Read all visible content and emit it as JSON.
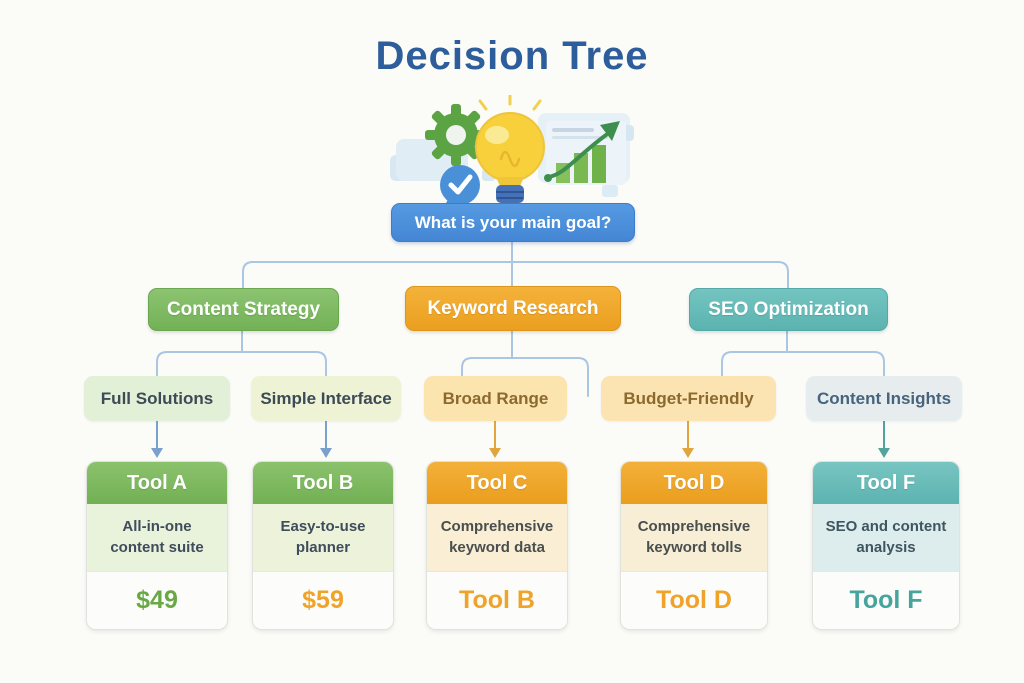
{
  "palette": {
    "background": "#fbfbf8",
    "title_blue": "#2e5d9c",
    "question_blue": "#4a90dc",
    "branch_green": "#7eba62",
    "branch_orange": "#f0a42a",
    "branch_teal": "#66bcb9",
    "connector_blue": "#aac6e3",
    "price_green": "#69a845",
    "accent_orange": "#f0a328",
    "accent_teal": "#46a49d"
  },
  "title": "Decision Tree",
  "illustration": {
    "icons": [
      "gear-icon",
      "lightbulb-icon",
      "chat-check-icon",
      "growth-chart-icon"
    ]
  },
  "root_question": {
    "label": "What is your main goal?"
  },
  "branches": [
    {
      "label": "Content Strategy",
      "color": "#7eba62"
    },
    {
      "label": "Keyword Research",
      "color": "#f0a42a"
    },
    {
      "label": "SEO Optimization",
      "color": "#66bcb9"
    }
  ],
  "criteria": [
    {
      "label": "Full Solutions"
    },
    {
      "label": "Simple Interface"
    },
    {
      "label": "Broad Range"
    },
    {
      "label": "Budget-Friendly"
    },
    {
      "label": "Content Insights"
    }
  ],
  "tools": [
    {
      "name": "Tool A",
      "description": "All-in-one content suite",
      "value": "$49"
    },
    {
      "name": "Tool B",
      "description": "Easy-to-use planner",
      "value": "$59"
    },
    {
      "name": "Tool C",
      "description": "Comprehensive keyword data",
      "value": "Tool B"
    },
    {
      "name": "Tool D",
      "description": "Comprehensive keyword tolls",
      "value": "Tool D"
    },
    {
      "name": "Tool F",
      "description": "SEO and content analysis",
      "value": "Tool F"
    }
  ]
}
